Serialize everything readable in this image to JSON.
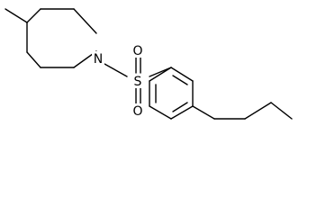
{
  "diagram": {
    "type": "skeletal-structure",
    "atom_labels": {
      "nitrogen": "N",
      "sulfur": "S",
      "oxygen_top": "O",
      "oxygen_bottom": "O"
    },
    "colors": {
      "bond": "#000000",
      "background": "#ffffff"
    }
  }
}
